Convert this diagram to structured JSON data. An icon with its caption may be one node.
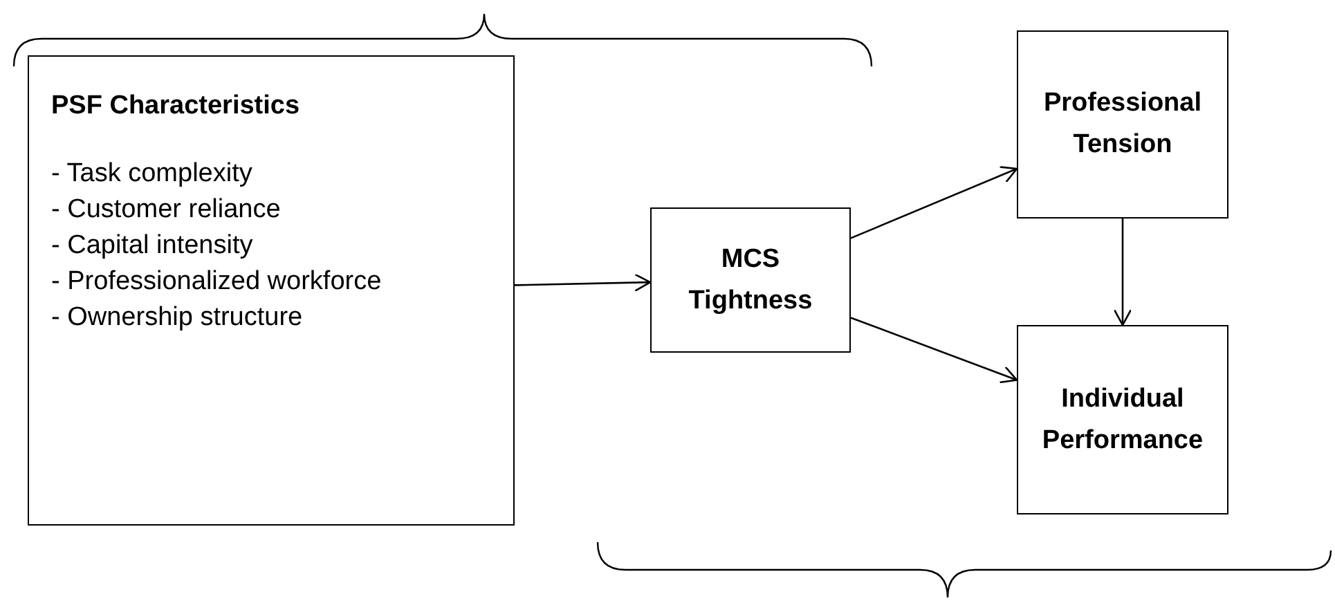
{
  "diagram": {
    "nodes": [
      {
        "text": [
          "PSF Characteristics",
          "- Task complexity",
          "- Customer reliance",
          "- Capital intensity",
          "- Professionalized workforce",
          "- Ownership structure"
        ]
      },
      {
        "text": [
          "MCS Tightness"
        ]
      },
      {
        "text": [
          "Professional Tension"
        ]
      },
      {
        "text": [
          "Individual Performance"
        ]
      }
    ],
    "edges": [
      {
        "from": 0,
        "to": 1,
        "arrow": "to"
      },
      {
        "from": 1,
        "to": 2,
        "arrow": "to"
      },
      {
        "from": 1,
        "to": 3,
        "arrow": "to"
      },
      {
        "from": 2,
        "to": 3,
        "arrow": "to"
      }
    ]
  }
}
